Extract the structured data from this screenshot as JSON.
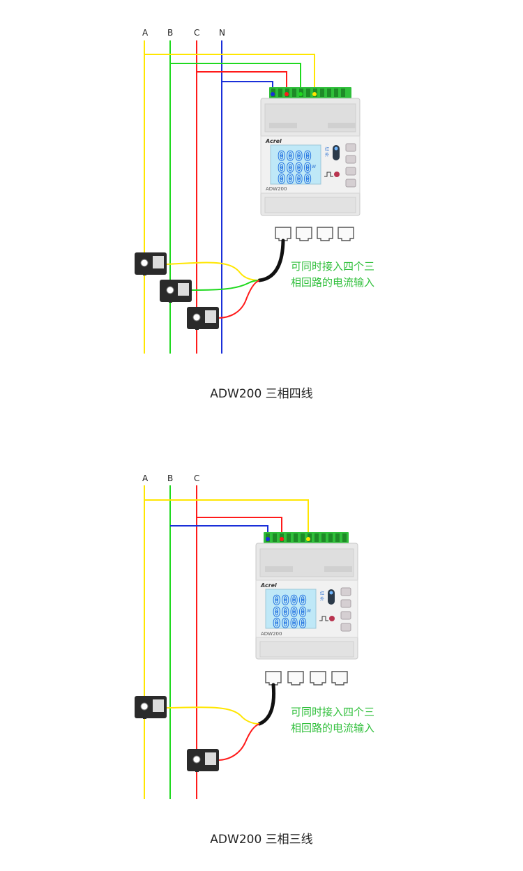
{
  "colors": {
    "phase_a": "#ffe600",
    "phase_b": "#1fd91f",
    "phase_c": "#ff1a1a",
    "neutral": "#1a2fd9",
    "note_text": "#2fbf3a",
    "terminal_green": "#2fbf3a"
  },
  "diagrams": [
    {
      "phase_labels": [
        "A",
        "B",
        "C",
        "N"
      ],
      "meter": {
        "brand": "Acrel",
        "model": "ADW200",
        "lcd_rows": [
          "0000",
          "0000",
          "0000"
        ],
        "side_marks": [
          "红",
          "外"
        ]
      },
      "note_lines": [
        "可同时接入四个三",
        "相回路的电流输入"
      ],
      "caption": "ADW200 三相四线"
    },
    {
      "phase_labels": [
        "A",
        "B",
        "C"
      ],
      "meter": {
        "brand": "Acrel",
        "model": "ADW200",
        "lcd_rows": [
          "0000",
          "0000",
          "0000"
        ],
        "side_marks": [
          "红",
          "外"
        ]
      },
      "note_lines": [
        "可同时接入四个三",
        "相回路的电流输入"
      ],
      "caption": "ADW200 三相三线"
    }
  ]
}
